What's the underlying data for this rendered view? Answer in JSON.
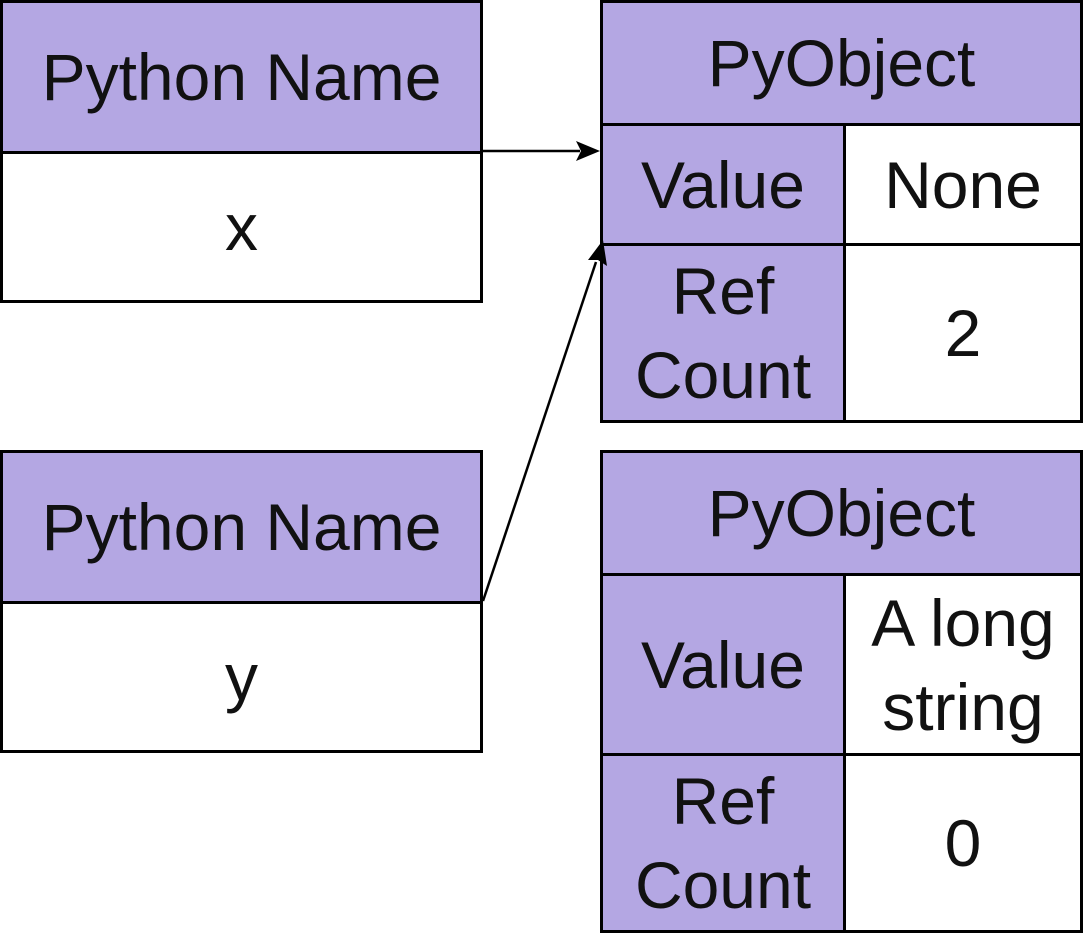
{
  "names": [
    {
      "header": "Python Name",
      "value": "x"
    },
    {
      "header": "Python Name",
      "value": "y"
    }
  ],
  "objects": [
    {
      "title": "PyObject",
      "value_label": "Value",
      "value": "None",
      "ref_label": "Ref\nCount",
      "ref_count": "2"
    },
    {
      "title": "PyObject",
      "value_label": "Value",
      "value": "A long\nstring",
      "ref_label": "Ref\nCount",
      "ref_count": "0"
    }
  ],
  "colors": {
    "header_fill": "#b4a7e3",
    "border": "#000000",
    "background": "#ffffff"
  }
}
